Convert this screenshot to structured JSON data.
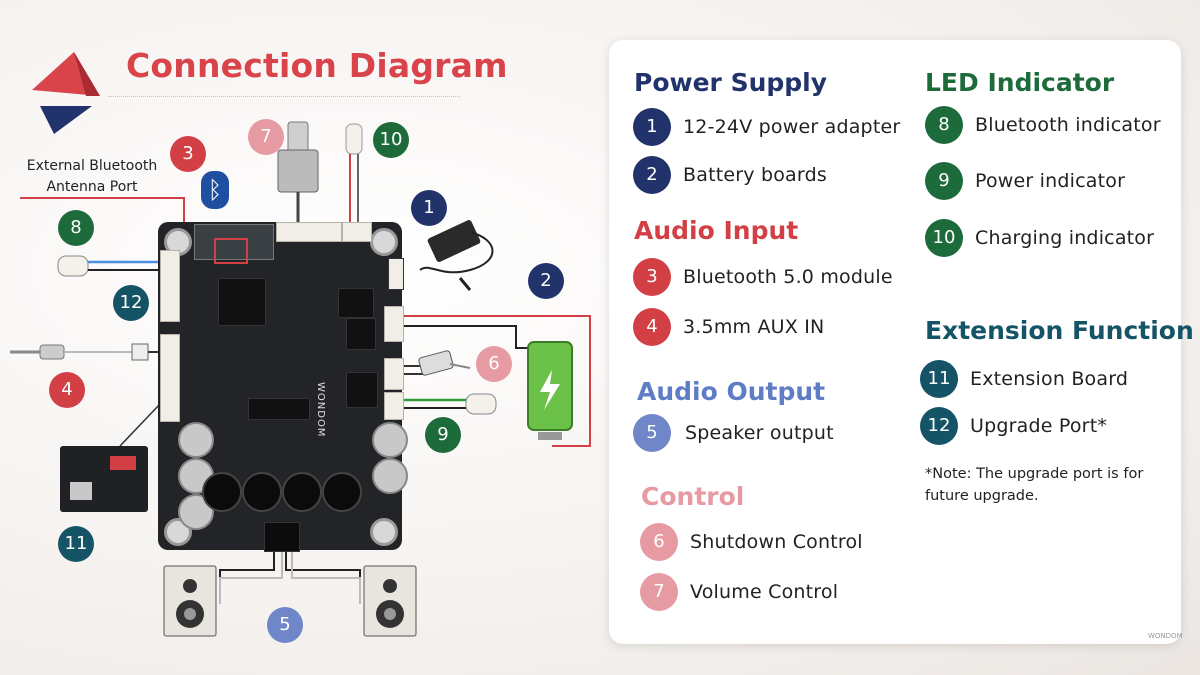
{
  "title": "Connection Diagram",
  "antenna_label_line1": "External Bluetooth",
  "antenna_label_line2": "Antenna Port",
  "bluetooth_glyph": "ᛒ",
  "callouts": [
    "1",
    "2",
    "3",
    "4",
    "5",
    "6",
    "7",
    "8",
    "9",
    "10",
    "11",
    "12"
  ],
  "legend": {
    "power": {
      "title": "Power Supply",
      "items": [
        {
          "num": "1",
          "label": "12-24V power adapter"
        },
        {
          "num": "2",
          "label": "Battery boards"
        }
      ]
    },
    "audio_input": {
      "title": "Audio Input",
      "items": [
        {
          "num": "3",
          "label": "Bluetooth 5.0 module"
        },
        {
          "num": "4",
          "label": "3.5mm AUX IN"
        }
      ]
    },
    "audio_output": {
      "title": "Audio Output",
      "items": [
        {
          "num": "5",
          "label": "Speaker output"
        }
      ]
    },
    "control": {
      "title": "Control",
      "items": [
        {
          "num": "6",
          "label": "Shutdown Control"
        },
        {
          "num": "7",
          "label": "Volume Control"
        }
      ]
    },
    "led": {
      "title": "LED Indicator",
      "items": [
        {
          "num": "8",
          "label": "Bluetooth indicator"
        },
        {
          "num": "9",
          "label": "Power indicator"
        },
        {
          "num": "10",
          "label": "Charging indicator"
        }
      ]
    },
    "extension": {
      "title": "Extension Function",
      "items": [
        {
          "num": "11",
          "label": "Extension Board"
        },
        {
          "num": "12",
          "label": "Upgrade Port*"
        }
      ]
    },
    "note_line1": "*Note: The upgrade port is for",
    "note_line2": "future upgrade."
  },
  "board_silkscreen": "WONDOM",
  "brand_mark": "WONDOM",
  "colors": {
    "title_red": "#d9434a",
    "navy": "#22336b",
    "red": "#d24046",
    "blue": "#6f86c9",
    "pink": "#e69aa2",
    "green": "#1d6a3b",
    "teal": "#145466"
  }
}
